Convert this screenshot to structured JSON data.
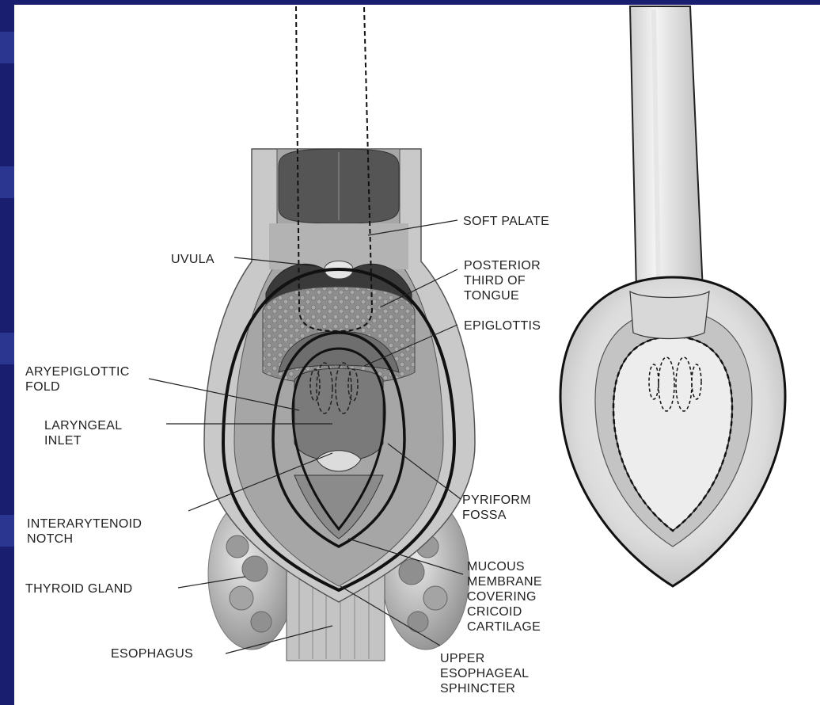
{
  "labels": {
    "soft_palate": [
      "SOFT PALATE"
    ],
    "uvula": [
      "UVULA"
    ],
    "posterior_third_of_tongue": [
      "POSTERIOR",
      "THIRD OF",
      "TONGUE"
    ],
    "epiglottis": [
      "EPIGLOTTIS"
    ],
    "aryepiglottic_fold": [
      "ARYEPIGLOTTIC",
      "FOLD"
    ],
    "laryngeal_inlet": [
      "LARYNGEAL",
      "INLET"
    ],
    "pyriform_fossa": [
      "PYRIFORM",
      "FOSSA"
    ],
    "interarytenoid_notch": [
      "INTERARYTENOID",
      "NOTCH"
    ],
    "mucous_membrane": [
      "MUCOUS",
      "MEMBRANE",
      "COVERING",
      "CRICOID",
      "CARTILAGE"
    ],
    "thyroid_gland": [
      "THYROID GLAND"
    ],
    "esophagus": [
      "ESOPHAGUS"
    ],
    "upper_esophageal_sphincter": [
      "UPPER",
      "ESOPHAGEAL",
      "SPHINCTER"
    ]
  },
  "colors": {
    "slide_background": "#1a1e6e",
    "panel_background": "#ffffff"
  }
}
